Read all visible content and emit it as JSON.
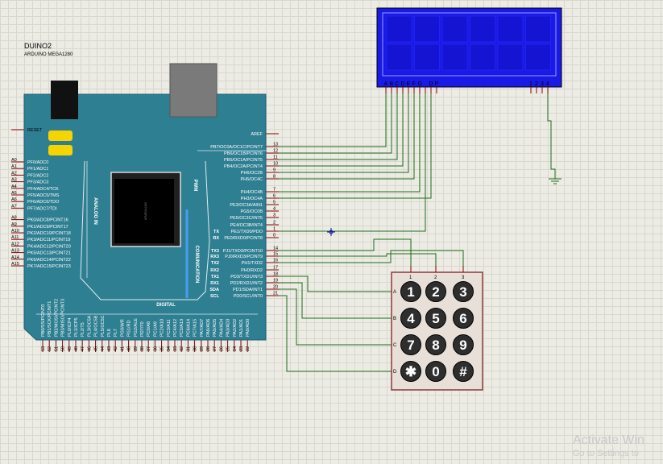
{
  "board": {
    "name": "DUINO2",
    "model": "ARDUINO MEGA1280",
    "reset_label": "RESET",
    "aref_label": "AREF",
    "group_labels": {
      "analog": "ANALOG IN",
      "pwm": "PWM",
      "communication": "COMUNICATION",
      "digital": "DIGITAL"
    },
    "left_pins": [
      {
        "num": "A0",
        "name": "PF0/ADC0"
      },
      {
        "num": "A1",
        "name": "PF1/ADC1"
      },
      {
        "num": "A2",
        "name": "PF2/ADC2"
      },
      {
        "num": "A3",
        "name": "PF3/ADC3"
      },
      {
        "num": "A4",
        "name": "PF4/ADC4/TCK"
      },
      {
        "num": "A5",
        "name": "PF5/ADC5/TMS"
      },
      {
        "num": "A6",
        "name": "PF6/ADC6/TDO"
      },
      {
        "num": "A7",
        "name": "PF7/ADC7/TDI"
      },
      {
        "num": "A8",
        "name": "PK0/ADC8/PCINT16"
      },
      {
        "num": "A9",
        "name": "PK1/ADC9/PCINT17"
      },
      {
        "num": "A10",
        "name": "PK2/ADC10/PCINT18"
      },
      {
        "num": "A11",
        "name": "PK3/ADC11/PCINT19"
      },
      {
        "num": "A12",
        "name": "PK4/ADC12/PCINT20"
      },
      {
        "num": "A13",
        "name": "PK5/ADC13/PCINT21"
      },
      {
        "num": "A14",
        "name": "PK6/ADC14/PCINT22"
      },
      {
        "num": "A15",
        "name": "PK7/ADC15/PCINT23"
      }
    ],
    "right_pins": [
      {
        "num": "13",
        "name": "PB7/OC0A/OC1C/PCINT7",
        "tag": ""
      },
      {
        "num": "12",
        "name": "PB6/OC1B/PCINT6",
        "tag": ""
      },
      {
        "num": "11",
        "name": "PB5/OC1A/PCINT5",
        "tag": ""
      },
      {
        "num": "10",
        "name": "PB4/OC2A/PCINT4",
        "tag": ""
      },
      {
        "num": "9",
        "name": "PH6/OC2B",
        "tag": ""
      },
      {
        "num": "8",
        "name": "PH5/OC4C",
        "tag": ""
      },
      {
        "num": "7",
        "name": "PH4/OC4B",
        "tag": ""
      },
      {
        "num": "6",
        "name": "PH3/OC4A",
        "tag": ""
      },
      {
        "num": "5",
        "name": "PE3/OC3A/AIN1",
        "tag": ""
      },
      {
        "num": "4",
        "name": "PG5/OC0B",
        "tag": ""
      },
      {
        "num": "3",
        "name": "PE5/OC3C/INT5",
        "tag": ""
      },
      {
        "num": "2",
        "name": "PE4/OC3B/INT4",
        "tag": ""
      },
      {
        "num": "1",
        "name": "PE1/TXD0/PDO",
        "tag": "TX"
      },
      {
        "num": "0",
        "name": "PE0/RXD0/PCINT8",
        "tag": "RX"
      },
      {
        "num": "14",
        "name": "PJ1/TXD3/PCINT10",
        "tag": "TX3"
      },
      {
        "num": "15",
        "name": "PJ0/RXD3/PCINT9",
        "tag": "RX3"
      },
      {
        "num": "16",
        "name": "PH1/TXD2",
        "tag": "TX2"
      },
      {
        "num": "17",
        "name": "PH0/RXD2",
        "tag": "RX2"
      },
      {
        "num": "18",
        "name": "PD3/TXD1/INT3",
        "tag": "TX1"
      },
      {
        "num": "19",
        "name": "PD2/RXD1/INT2",
        "tag": "RX1"
      },
      {
        "num": "20",
        "name": "PD1/SDA/INT1",
        "tag": "SDA"
      },
      {
        "num": "21",
        "name": "PD0/SCL/INT0",
        "tag": "SCL"
      }
    ],
    "bottom_pins": [
      {
        "num": "53",
        "name": "PB0/SS/PCINT0"
      },
      {
        "num": "52",
        "name": "PB1/SCK/PCINT1"
      },
      {
        "num": "51",
        "name": "PB2/MOSI/PCINT2"
      },
      {
        "num": "50",
        "name": "PB3/MISO/PCINT3"
      },
      {
        "num": "49",
        "name": "PL0/ICP4"
      },
      {
        "num": "48",
        "name": "PL1/ICP5"
      },
      {
        "num": "47",
        "name": "PL2/T5"
      },
      {
        "num": "46",
        "name": "PL3/OC5A"
      },
      {
        "num": "45",
        "name": "PL4/OC5B"
      },
      {
        "num": "44",
        "name": "PL5/OC5C"
      },
      {
        "num": "43",
        "name": "PL6"
      },
      {
        "num": "42",
        "name": "PL7"
      },
      {
        "num": "41",
        "name": "PG0/WR"
      },
      {
        "num": "40",
        "name": "PG1/RD"
      },
      {
        "num": "39",
        "name": "PG2/ALE"
      },
      {
        "num": "38",
        "name": "PD7/T0"
      },
      {
        "num": "37",
        "name": "PC0/A8"
      },
      {
        "num": "36",
        "name": "PC1/A9"
      },
      {
        "num": "35",
        "name": "PC2/A10"
      },
      {
        "num": "34",
        "name": "PC3/A11"
      },
      {
        "num": "33",
        "name": "PC4/A12"
      },
      {
        "num": "32",
        "name": "PC5/A13"
      },
      {
        "num": "31",
        "name": "PC6/A14"
      },
      {
        "num": "30",
        "name": "PC7/A15"
      },
      {
        "num": "29",
        "name": "PA7/AD7"
      },
      {
        "num": "28",
        "name": "PA6/AD6"
      },
      {
        "num": "27",
        "name": "PA5/AD5"
      },
      {
        "num": "26",
        "name": "PA4/AD4"
      },
      {
        "num": "25",
        "name": "PA3/AD3"
      },
      {
        "num": "24",
        "name": "PA2/AD2"
      },
      {
        "num": "23",
        "name": "PA1/AD1"
      },
      {
        "num": "22",
        "name": "PA0/AD0"
      }
    ]
  },
  "lcd": {
    "pins_left": [
      "A",
      "B",
      "C",
      "D",
      "E",
      "F",
      "G",
      "",
      "D",
      "P"
    ],
    "pins_right": [
      "1",
      "2",
      "3",
      "4"
    ]
  },
  "keypad": {
    "col_labels": [
      "1",
      "2",
      "3"
    ],
    "row_labels": [
      "A",
      "B",
      "C",
      "D"
    ],
    "keys": [
      [
        "1",
        "2",
        "3"
      ],
      [
        "4",
        "5",
        "6"
      ],
      [
        "7",
        "8",
        "9"
      ],
      [
        "✱",
        "0",
        "#"
      ]
    ]
  },
  "watermark": {
    "line1": "Activate Win",
    "line2": "Go to Settings to"
  },
  "colors": {
    "board_fill": "#2f7f93",
    "lcd_fill": "#1a1ae6",
    "wire": "#1e6b1e",
    "pin_stub": "#8b0000",
    "key_fill": "#2e2e2e"
  }
}
